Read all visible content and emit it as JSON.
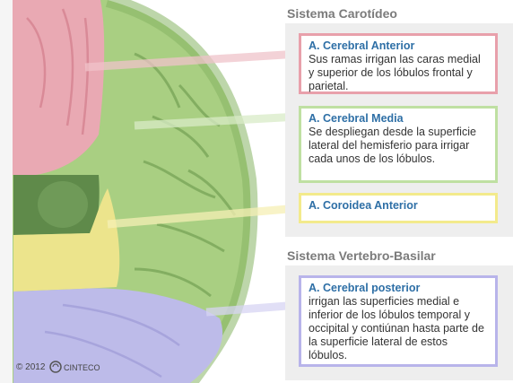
{
  "headings": {
    "carotid": "Sistema Carotídeo",
    "vertebro": "Sistema Vertebro-Basilar"
  },
  "callouts": [
    {
      "title": "A. Cerebral Anterior",
      "body": "Sus ramas irrigan las caras medial y superior de los lóbulos frontal y parietal.",
      "color": "#e8a0ab"
    },
    {
      "title": "A. Cerebral Media",
      "body": "Se despliegan desde la superficie lateral del hemisferio para irrigar cada unos de los lóbulos.",
      "color": "#bfe0a2"
    },
    {
      "title": "A. Coroidea Anterior",
      "body": "",
      "color": "#f3ea8c"
    },
    {
      "title": "A. Cerebral posterior",
      "body": "irrigan las superficies medial e inferior de los lóbulos temporal y occipital y contiúnan hasta parte de la superficie lateral de estos lóbulos.",
      "color": "#b8b4ea"
    }
  ],
  "footer": {
    "copyright": "© 2012",
    "logo_text": "CINTECO"
  },
  "colors": {
    "title_color": "#2e6fa6",
    "brain_green": "#a9cf82",
    "brain_pink": "#e9a9b3",
    "brain_yellow": "#ece48c",
    "brain_violet": "#bdbbe9",
    "brain_dark_green": "#5f8a4a"
  }
}
